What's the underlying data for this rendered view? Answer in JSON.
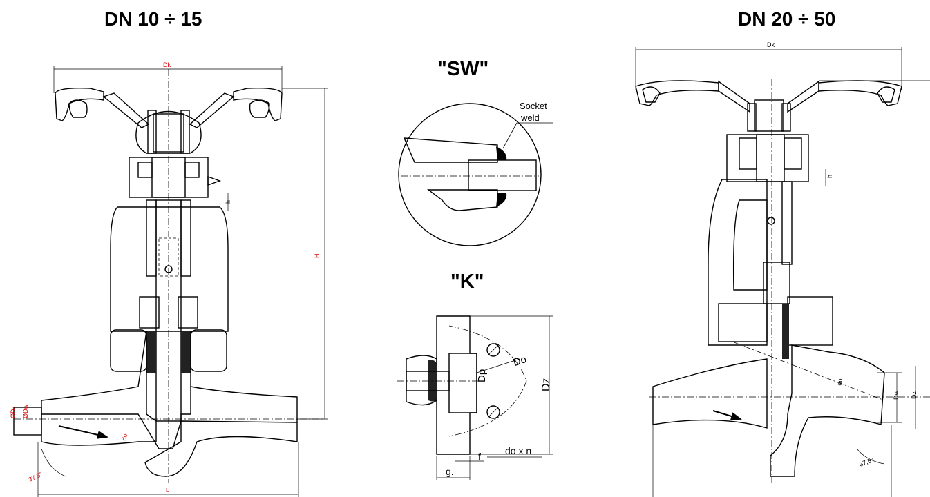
{
  "titles": {
    "left": "DN 10 ÷ 15",
    "right": "DN 20 ÷ 50",
    "sw": "\"SW\"",
    "k": "\"K\""
  },
  "labels": {
    "dk_left": "Dk",
    "dk_right": "Dk",
    "h_left": "H",
    "h_small_left": "h",
    "h_small_right": "h",
    "l_left": "L",
    "dz_left": "ØDz",
    "dw_left": "ØDw",
    "do_left": "do",
    "angle_left": "37,5°",
    "do_right": "do",
    "dw_right": "Dw",
    "dz_right": "Dz",
    "angle_right": "37,5°",
    "socket_weld_line1": "Socket",
    "socket_weld_line2": "weld",
    "dp": "Dp",
    "do_k": "Do",
    "dz_k": "Dz",
    "do_x_n": "do x n",
    "f": "f",
    "g": "g."
  },
  "colors": {
    "dimension_red": "#d40000",
    "line": "#000000"
  }
}
